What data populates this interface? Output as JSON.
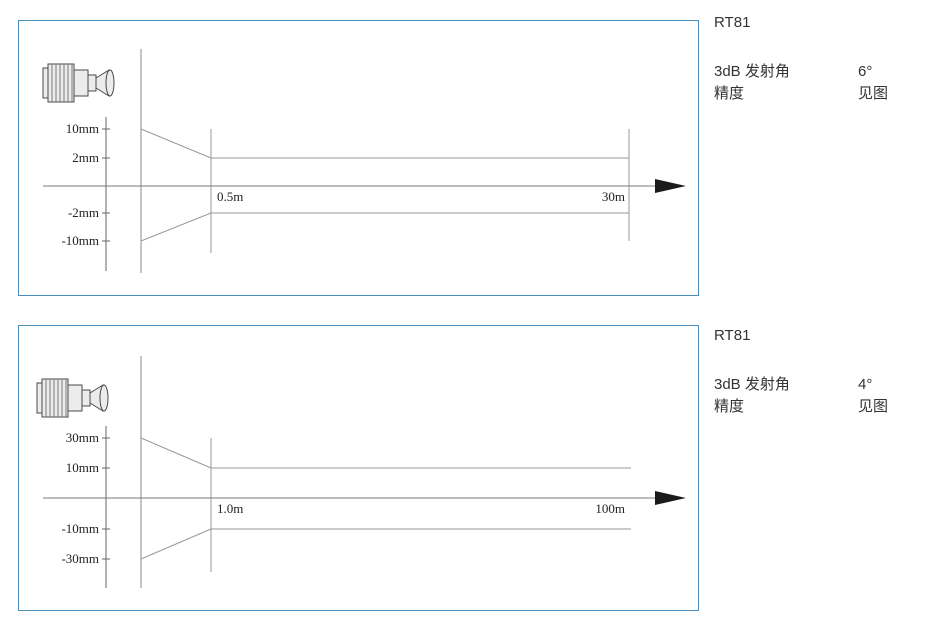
{
  "page": {
    "background": "#ffffff",
    "panel_border": "#4a8ebc",
    "line_color": "#8a8a8a",
    "arrow_color": "#1a1a1a"
  },
  "panels": [
    {
      "title": "RT81",
      "specs": [
        {
          "label": "3dB 发射角",
          "value": "6°"
        },
        {
          "label": "精度",
          "value": "见图"
        }
      ],
      "diagram": {
        "type": "beam-accuracy",
        "y_ticks": [
          "10mm",
          "2mm",
          "-2mm",
          "-10mm"
        ],
        "x_labels": [
          "0.5m",
          "30m"
        ]
      }
    },
    {
      "title": "RT81",
      "specs": [
        {
          "label": "3dB 发射角",
          "value": "4°"
        },
        {
          "label": "精度",
          "value": "见图"
        }
      ],
      "diagram": {
        "type": "beam-accuracy",
        "y_ticks": [
          "30mm",
          "10mm",
          "-10mm",
          "-30mm"
        ],
        "x_labels": [
          "1.0m",
          "100m"
        ]
      }
    }
  ]
}
